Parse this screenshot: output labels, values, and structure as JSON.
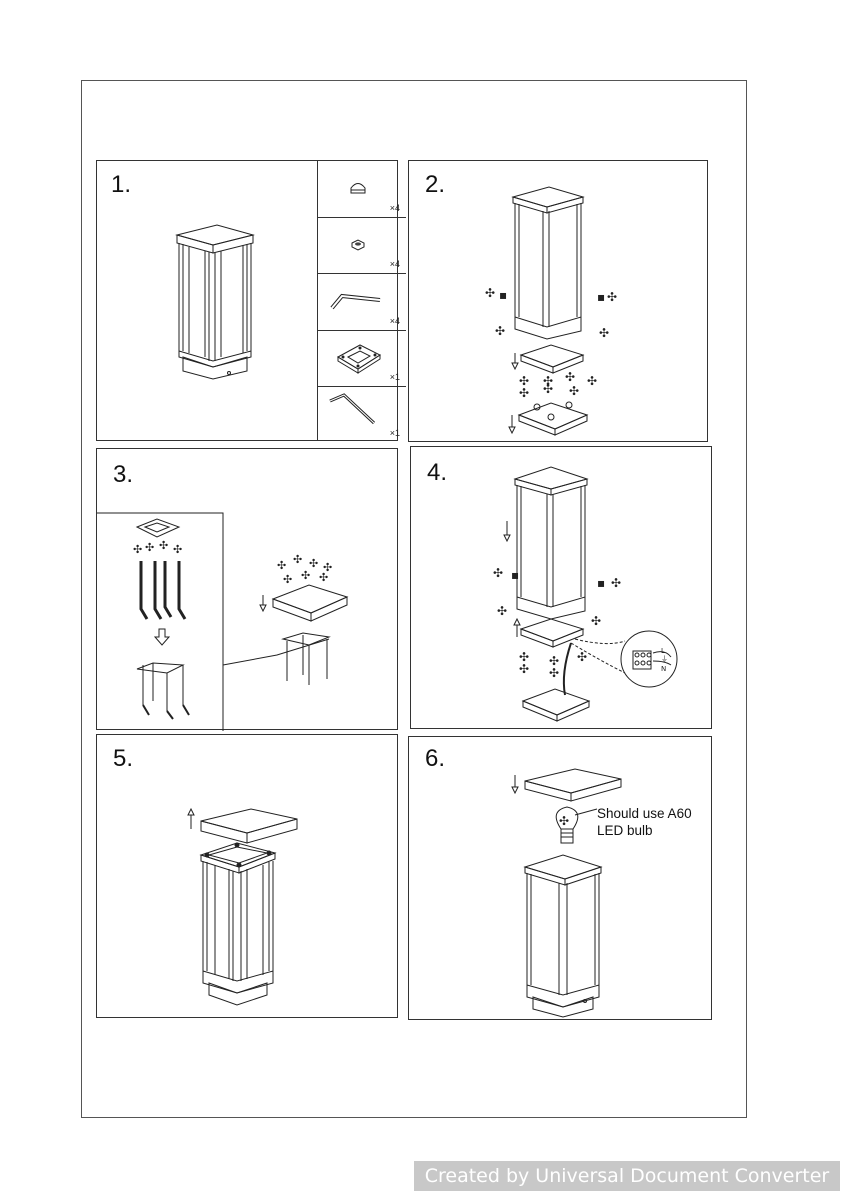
{
  "steps": [
    {
      "number": "1."
    },
    {
      "number": "2."
    },
    {
      "number": "3."
    },
    {
      "number": "4."
    },
    {
      "number": "5."
    },
    {
      "number": "6."
    }
  ],
  "parts": [
    {
      "icon": "cap-nut-icon",
      "qty": "×4"
    },
    {
      "icon": "nut-icon",
      "qty": "×4"
    },
    {
      "icon": "anchor-bolt-icon",
      "qty": "×4"
    },
    {
      "icon": "mounting-plate-icon",
      "qty": "×1"
    },
    {
      "icon": "allen-key-icon",
      "qty": "×1"
    }
  ],
  "bulb_note": {
    "line1": "Should use A60",
    "line2": "LED bulb"
  },
  "watermark": "Created by Universal Document Converter"
}
